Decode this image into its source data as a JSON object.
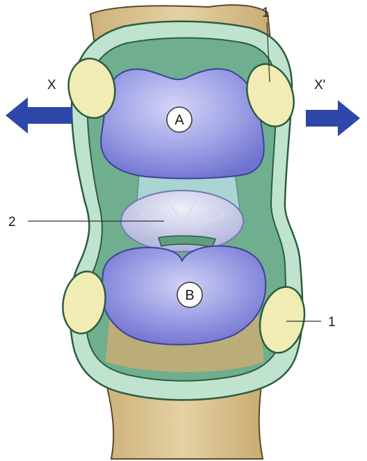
{
  "labels": {
    "x_left": "X",
    "x_right": "X'",
    "num_top_right": "1",
    "num_bottom_right": "1",
    "num_left": "2",
    "circle_a": "A",
    "circle_b": "B"
  },
  "colors": {
    "bone": "#d9c290",
    "bone_edge": "#5a4a2a",
    "capsule_green": "#6fae8e",
    "capsule_light": "#bfe3cf",
    "capsule_edge": "#2c5d3f",
    "cartilage_blue": "#8f92df",
    "cartilage_edge": "#3f3f9a",
    "meniscus": "#c8cbe6",
    "ligament_pad": "#f1ebb4",
    "arrow_blue": "#2f47a8"
  }
}
